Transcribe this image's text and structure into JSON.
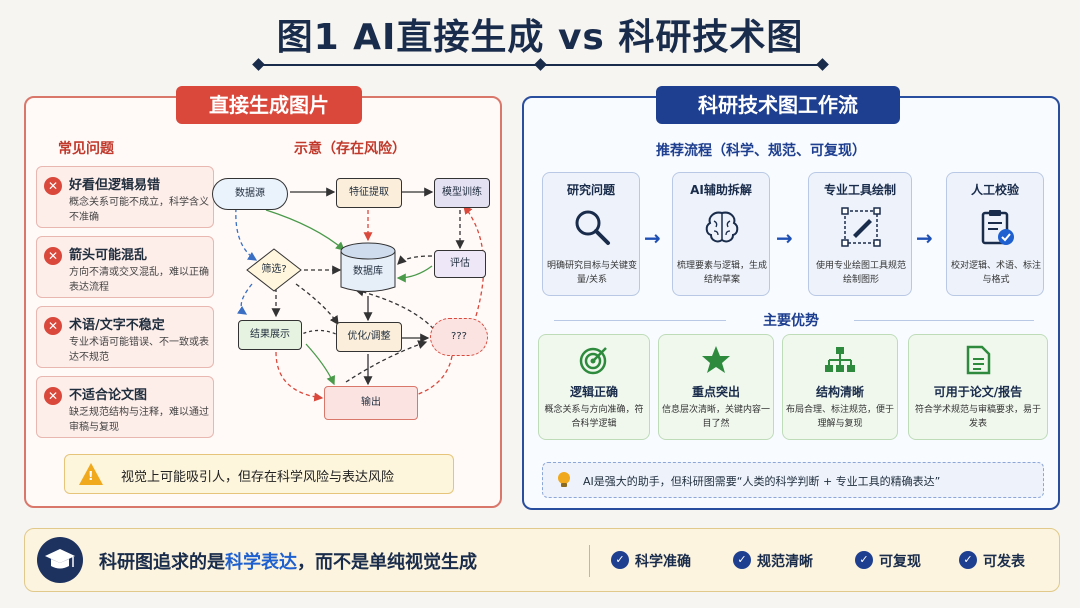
{
  "title": "图1  AI直接生成 vs 科研技术图",
  "left": {
    "heading": "直接生成图片",
    "issues_title": "常见问题",
    "diagram_title": "示意（存在风险）",
    "issues": [
      {
        "title": "好看但逻辑易错",
        "desc": "概念关系可能不成立，科学含义不准确"
      },
      {
        "title": "箭头可能混乱",
        "desc": "方向不清或交叉混乱，难以正确表达流程"
      },
      {
        "title": "术语/文字不稳定",
        "desc": "专业术语可能错误、不一致或表达不规范"
      },
      {
        "title": "不适合论文图",
        "desc": "缺乏规范结构与注释，难以通过审稿与复现"
      }
    ],
    "warning": "视觉上可能吸引人，但存在科学风险与表达风险",
    "flow_nodes": {
      "source": "数据源",
      "feature": "特征提取",
      "model": "模型训练",
      "filter": "筛选?",
      "database": "数据库",
      "eval": "评估",
      "result": "结果展示",
      "optimize": "优化/调整",
      "unknown": "???",
      "output": "输出"
    }
  },
  "right": {
    "heading": "科研技术图工作流",
    "flow_title": "推荐流程（科学、规范、可复现）",
    "steps": [
      {
        "title": "研究问题",
        "desc": "明确研究目标与关键变量/关系",
        "icon": "magnifier-icon"
      },
      {
        "title": "AI辅助拆解",
        "desc": "梳理要素与逻辑，生成结构草案",
        "icon": "brain-icon"
      },
      {
        "title": "专业工具绘制",
        "desc": "使用专业绘图工具规范绘制图形",
        "icon": "vector-pen-icon"
      },
      {
        "title": "人工校验",
        "desc": "校对逻辑、术语、标注与格式",
        "icon": "clipboard-check-icon"
      }
    ],
    "advantages_title": "主要优势",
    "advantages": [
      {
        "title": "逻辑正确",
        "desc": "概念关系与方向准确，符合科学逻辑",
        "icon": "target-icon"
      },
      {
        "title": "重点突出",
        "desc": "信息层次清晰，关键内容一目了然",
        "icon": "star-icon"
      },
      {
        "title": "结构清晰",
        "desc": "布局合理、标注规范，便于理解与复现",
        "icon": "hierarchy-icon"
      },
      {
        "title": "可用于论文/报告",
        "desc": "符合学术规范与审稿要求，易于发表",
        "icon": "document-icon"
      }
    ],
    "note": "AI是强大的助手，但科研图需要“人类的科学判断 + 专业工具的精确表达”"
  },
  "bottom": {
    "text_before": "科研图追求的是",
    "highlight": "科学表达",
    "text_after": "，而不是单纯视觉生成",
    "checks": [
      "科学准确",
      "规范清晰",
      "可复现",
      "可发表"
    ]
  },
  "colors": {
    "red": "#d9483b",
    "blue": "#1e3f8f",
    "green": "#2e8b3d",
    "gold": "#f0a81d"
  }
}
